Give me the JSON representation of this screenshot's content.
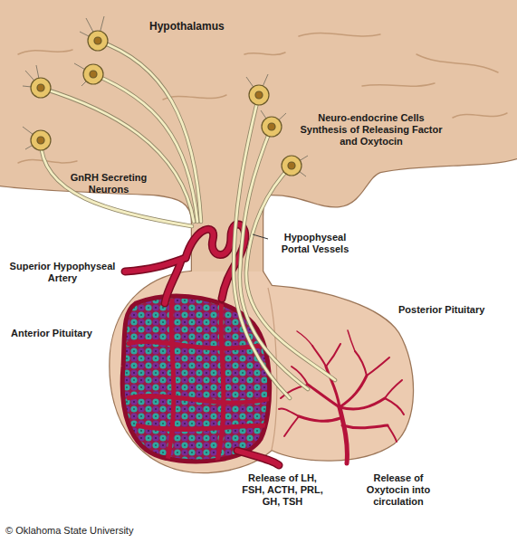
{
  "diagram": {
    "labels": [
      "Hypothalamus",
      "GnRH Secreting Neurons",
      "Neuro-endocrine Cells Synthesis of Releasing Factor and Oxytocin",
      "Hypophyseal Portal Vessels",
      "Superior Hypophyseal Artery",
      "Anterior Pituitary",
      "Posterior Pituitary",
      "Release of LH, FSH, ACTH, PRL, GH, TSH",
      "Release of Oxytocin into circulation",
      "© Oklahoma State University"
    ]
  }
}
